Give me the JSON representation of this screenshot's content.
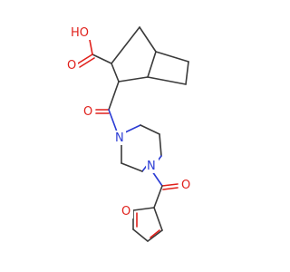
{
  "molecule": {
    "labels": {
      "hydroxyl": "HO",
      "acid_carbonyl_o": "O",
      "amide1_o": "O",
      "n_top": "N",
      "n_bottom": "N",
      "amide2_o": "O",
      "furan_o": "O"
    },
    "colors": {
      "bond": "#3a3a3a",
      "oxygen": "#e0201b",
      "nitrogen": "#2a3bd4"
    }
  }
}
